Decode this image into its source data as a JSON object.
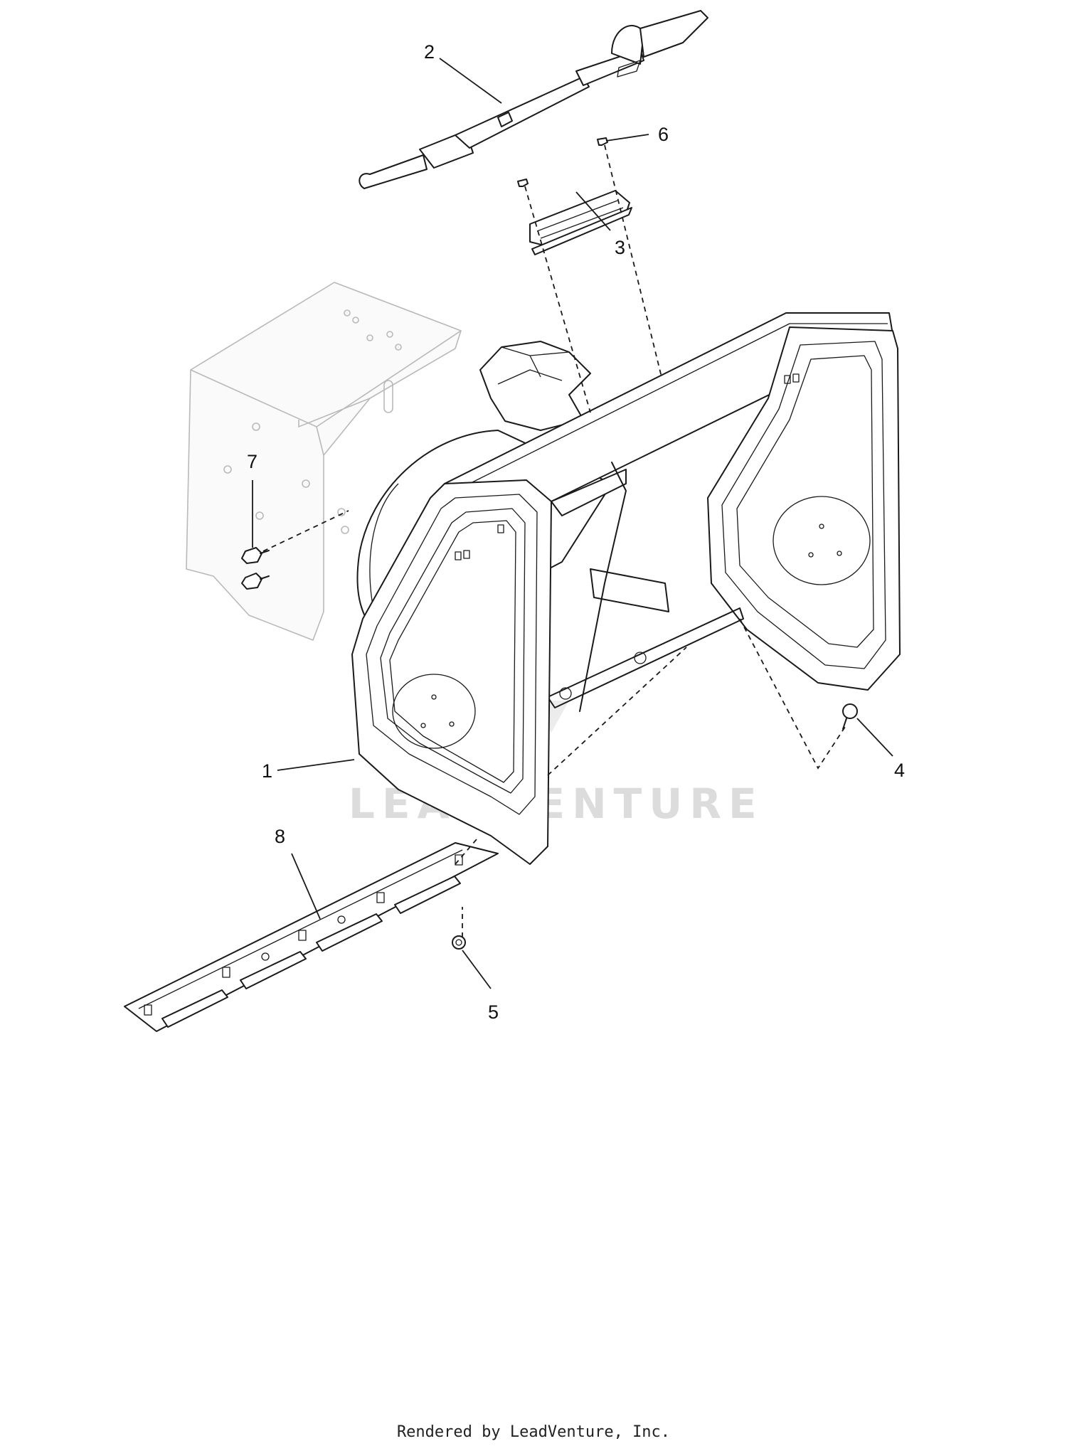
{
  "diagram": {
    "callouts": [
      {
        "id": "1",
        "label": "1"
      },
      {
        "id": "2",
        "label": "2"
      },
      {
        "id": "3",
        "label": "3"
      },
      {
        "id": "4",
        "label": "4"
      },
      {
        "id": "5",
        "label": "5"
      },
      {
        "id": "6",
        "label": "6"
      },
      {
        "id": "7",
        "label": "7"
      },
      {
        "id": "8",
        "label": "8"
      }
    ],
    "watermark": "LEADVENTURE",
    "footer": "Rendered by LeadVenture, Inc."
  }
}
